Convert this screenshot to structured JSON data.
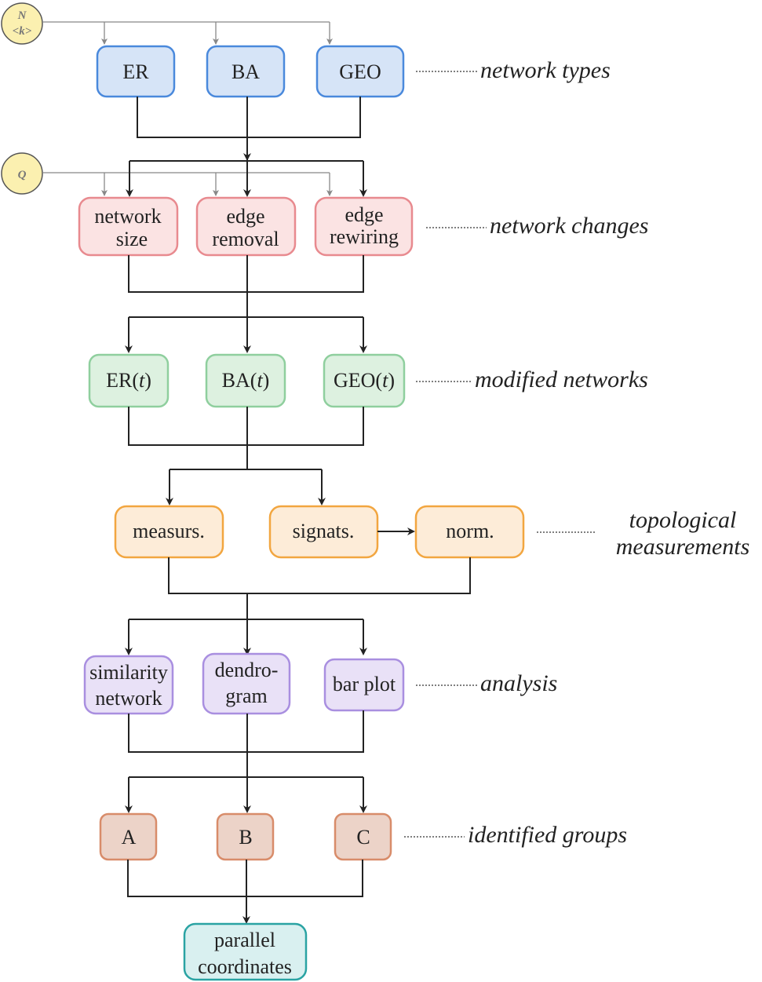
{
  "params": {
    "top": {
      "line1": "N",
      "line2": "<k>"
    },
    "q": {
      "label": "Q"
    }
  },
  "stages": {
    "network_types": {
      "label": "network types",
      "boxes": {
        "er": "ER",
        "ba": "BA",
        "geo": "GEO"
      }
    },
    "network_changes": {
      "label": "network changes",
      "boxes": {
        "size": [
          "network",
          "size"
        ],
        "removal": [
          "edge",
          "removal"
        ],
        "rewiring": [
          "edge",
          "rewiring"
        ]
      }
    },
    "modified_networks": {
      "label": "modified networks",
      "boxes": {
        "er": {
          "prefix": "ER(",
          "var": "t",
          "suffix": ")"
        },
        "ba": {
          "prefix": "BA(",
          "var": "t",
          "suffix": ")"
        },
        "geo": {
          "prefix": "GEO(",
          "var": "t",
          "suffix": ")"
        }
      }
    },
    "topological_measurements": {
      "label_lines": [
        "topological",
        "measurements"
      ],
      "boxes": {
        "measurs": "measurs.",
        "signats": "signats.",
        "norm": "norm."
      }
    },
    "analysis": {
      "label": "analysis",
      "boxes": {
        "similarity": [
          "similarity",
          "network"
        ],
        "dendrogram": [
          "dendro-",
          "gram"
        ],
        "barplot": "bar plot"
      }
    },
    "identified_groups": {
      "label": "identified groups",
      "boxes": {
        "a": "A",
        "b": "B",
        "c": "C"
      }
    },
    "output": {
      "lines": [
        "parallel",
        "coordinates"
      ]
    }
  },
  "colors": {
    "blue_fill": "#d6e4f7",
    "blue_stroke": "#4a89dc",
    "red_fill": "#fbe3e3",
    "red_stroke": "#e88a8f",
    "green_fill": "#ddf1e0",
    "green_stroke": "#8fcf9e",
    "orange_fill": "#fdecd8",
    "orange_stroke": "#f2a640",
    "purple_fill": "#e9e1f7",
    "purple_stroke": "#a98fe0",
    "brown_fill": "#ecd3c8",
    "brown_stroke": "#d88c6a",
    "teal_fill": "#d9f0f0",
    "teal_stroke": "#2aa3a3",
    "param_fill": "#fbf0b0",
    "param_stroke": "#555555"
  }
}
